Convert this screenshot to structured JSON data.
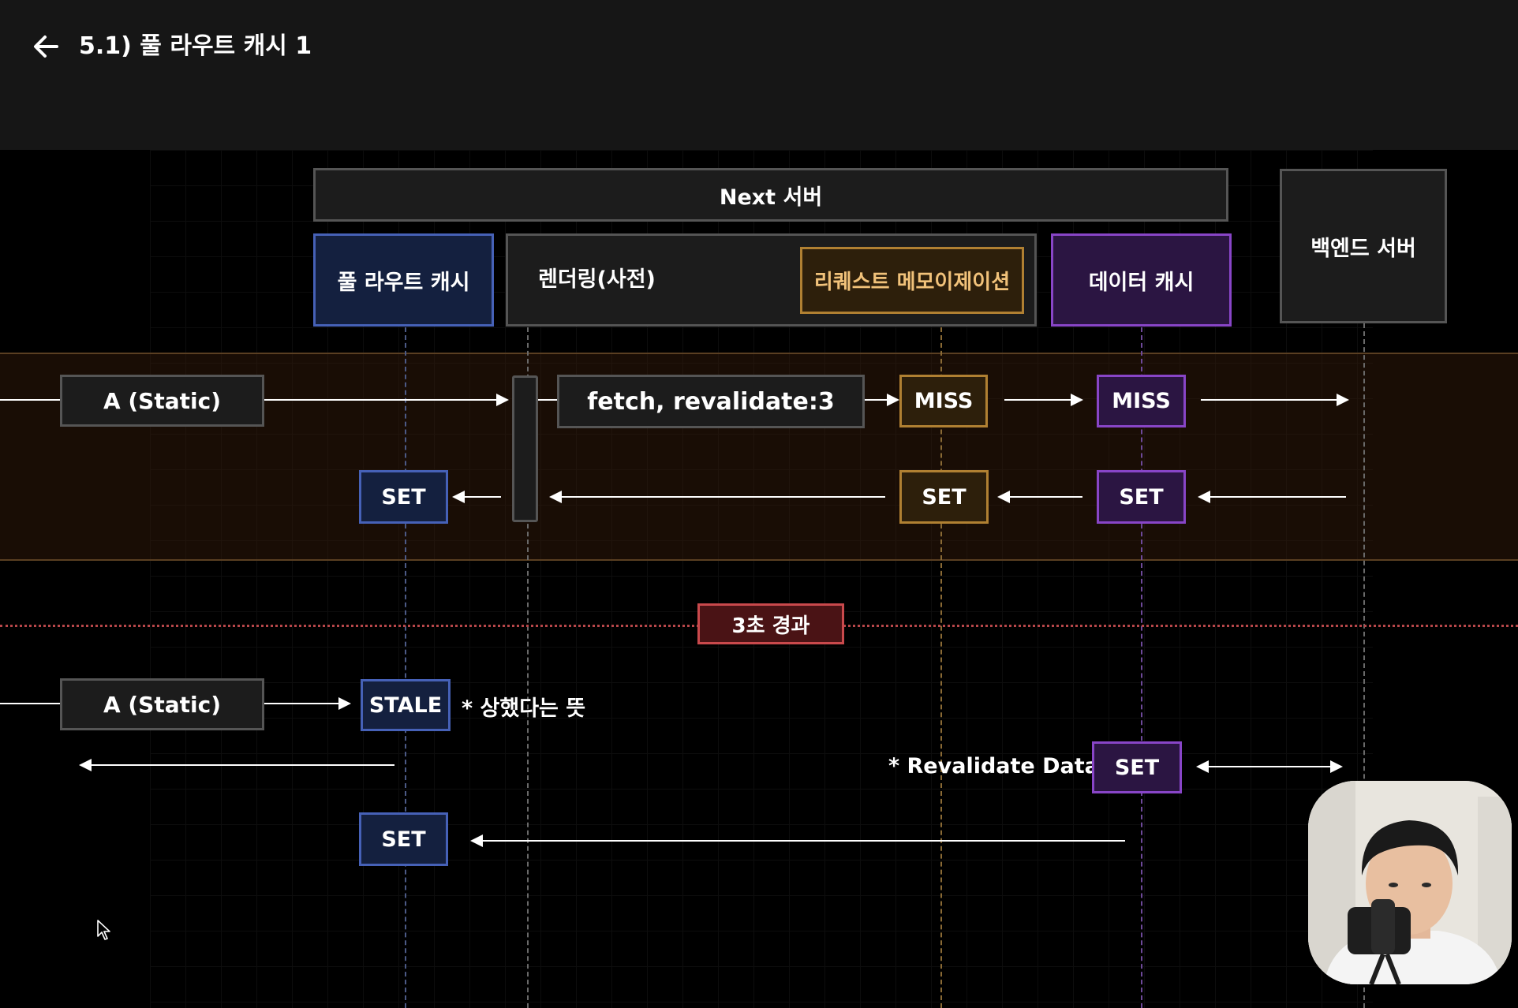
{
  "header": {
    "title": "5.1) 풀 라우트 캐시 1",
    "back_icon": "arrow-left-icon"
  },
  "diagram": {
    "next_server": "Next 서버",
    "backend_server": "백엔드 서버",
    "full_route_cache": "풀 라우트 캐시",
    "rendering": "렌더링(사전)",
    "request_memoization": "리퀘스트 메모이제이션",
    "data_cache": "데이터 캐시",
    "request1": {
      "page": "A (Static)",
      "fetch": "fetch, revalidate:3",
      "memo_status": "MISS",
      "data_status": "MISS",
      "route_set": "SET",
      "memo_set": "SET",
      "data_set": "SET"
    },
    "elapsed": "3초 경과",
    "request2": {
      "page": "A (Static)",
      "stale": "STALE",
      "stale_note": "* 상했다는 뜻",
      "revalidate_note": "* Revalidate Data",
      "data_set": "SET",
      "route_set": "SET"
    }
  },
  "colors": {
    "blue_border": "#4661b7",
    "purple_border": "#8845c7",
    "orange_border": "#b08032",
    "red_border": "#c9494c"
  }
}
